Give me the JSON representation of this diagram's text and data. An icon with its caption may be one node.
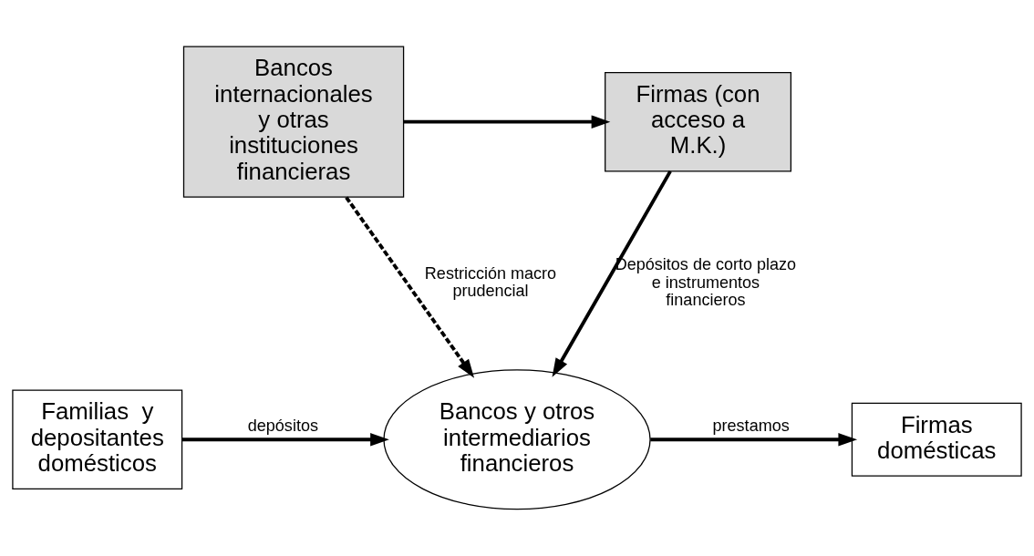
{
  "diagram": {
    "nodes": [
      {
        "text": [
          "Firmas domésticas"
        ]
      },
      {
        "text": [
          "Bancos y otros intermediarios financieros"
        ]
      },
      {
        "text": [
          "Familias  y depositantes domésticos"
        ]
      },
      {
        "text": [
          "Firmas (con acceso a M.K.)"
        ]
      },
      {
        "text": [
          "Bancos internacionales y otras instituciones financieras"
        ]
      }
    ],
    "edges": [
      {
        "from": 1,
        "to": 0,
        "arrow": "to",
        "label": "prestamos"
      },
      {
        "from": 2,
        "to": 1,
        "arrow": "to",
        "label": "depósitos"
      },
      {
        "from": 3,
        "to": 1,
        "arrow": "to",
        "label": "Depósitos de corto plazo e instrumentos financieros"
      },
      {
        "from": 4,
        "to": 1,
        "arrow": "to",
        "label": "Restricción macro prudencial",
        "style": "dashed"
      },
      {
        "from": 4,
        "to": 3,
        "arrow": "to"
      }
    ]
  }
}
